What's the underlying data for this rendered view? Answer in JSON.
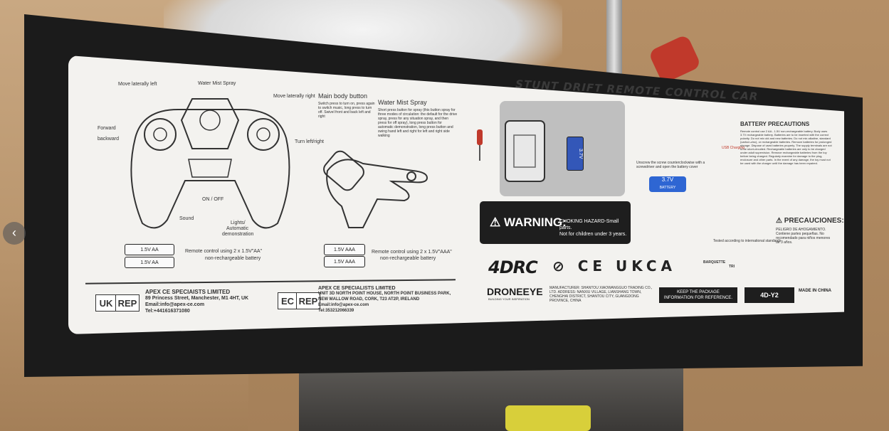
{
  "header": {
    "title": "STUNT DRIFT REMOTE CONTROL CAR"
  },
  "controller": {
    "labels": {
      "move_left": "Move laterally left",
      "water_mist": "Water Mist Spray",
      "move_right": "Move laterally right",
      "forward": "Forward",
      "backward": "backward",
      "turn": "Turn left/right",
      "on_off": "ON / OFF",
      "sound": "Sound",
      "lights": "Lights/",
      "automatic": "Automatic",
      "demonstration": "demonstration"
    },
    "battery_note_1": "Remote control using 2 x 1.5V\"AA\"",
    "battery_note_2": "non-rechargeable battery",
    "battery_label": "1.5V AA"
  },
  "main_body": {
    "title": "Main body button",
    "text": "Switch press to turn on, press again to switch music, long press to turn off. Swivel front and back left and right"
  },
  "water_mist": {
    "title": "Water Mist Spray",
    "text": "Short press button for spray (this button spray for three modes of circulation: the default for the drive spray, press for any situation spray, and then press for off spray), long press button for automatic demonstration, long press button and swing hand left and right for left and right side walking"
  },
  "hand_battery": {
    "note_1": "Remote control using 2 x 1.5V\"AAA\"",
    "note_2": "non-rechargeable battery",
    "battery_label": "1.5V AAA"
  },
  "install": {
    "battery_voltage": "3.7V",
    "battery_sub": "BATTERY",
    "unscrew_note": "Unscrew the screw counterclockwise with a screwdriver and open the battery cover",
    "usb_label": "USB Charging"
  },
  "precautions": {
    "title": "BATTERY PRECAUTIONS",
    "text": "Remote control use 2 AA - 1.5V non-rechargeable battery. Body uses 3.7V rechargeable battery. Batteries are to be inserted with the correct polarity. Do not mix old and new batteries. Do not mix alkaline, standard (carbon-zinc), or rechargeable batteries. Remove batteries for prolonged storage. Dispose of used batteries properly. The supply terminals are not to be short-circuited. Rechargeable batteries are only to be charged under adult supervision. Remove rechargeable batteries from the toy before being charged. Regularly examine for damage to the plug, enclosure and other parts. In the event of any damage, the toy must not be used with the charger until the damage has been repaired."
  },
  "warning": {
    "heading": "WARNING:",
    "text_1": "CHOKING HAZARD-Small parts.",
    "text_2": "Not for children under 3 years."
  },
  "certifications": {
    "symbols": "⊘ CE UKCA",
    "tested": "Tested according to international standards"
  },
  "precauciones": {
    "title": "PRECAUCIONES:",
    "text": "PELIGRO DE AHOGAMIENTO. Contiene partes pequeñas. No recomendado para niños menores de 3 años."
  },
  "brand": {
    "logo": "4DRC",
    "name": "DRONEEYE",
    "tagline": "BUILDING YOUR INSPIRATION"
  },
  "manufacturer": {
    "text": "MANUFACTURER: SHANTOU XIAOWANGGUO TRADING CO., LTD. ADDRESS: NANXIU VILLAGE, LIANSHANG TOWN, CHENGHAI DISTRICT, SHANTOU CITY, GUANGDONG PROVINCE, CHINA"
  },
  "footer": {
    "keep_1": "KEEP THE PACKAGE",
    "keep_2": "INFORMATION FOR REFERENCE.",
    "model": "4D-Y2",
    "made_in": "MADE IN CHINA"
  },
  "uk_rep": {
    "label_1": "UK",
    "label_2": "REP",
    "company": "APEX CE SPECIAISTS LIMITED",
    "address": "89 Princess Street, Manchester, M1 4HT, UK",
    "email": "Email:info@apex-ce.com",
    "tel": "Tel:+441616371080"
  },
  "ec_rep": {
    "label_1": "EC",
    "label_2": "REP",
    "company": "APEX CE SPECIALISTS LIMITED",
    "address_1": "UNIT 3D NORTH POINT HOUSE, NORTH POINT BUSINESS PARK,",
    "address_2": "NEW MALLOW ROAD, CORK, T23 AT2P, IRELAND",
    "email": "Email:info@apex-ce.com",
    "tel": "Tel:353212066339"
  },
  "recycling": {
    "baguette": "BARQUETTE",
    "tri": "TRI"
  }
}
